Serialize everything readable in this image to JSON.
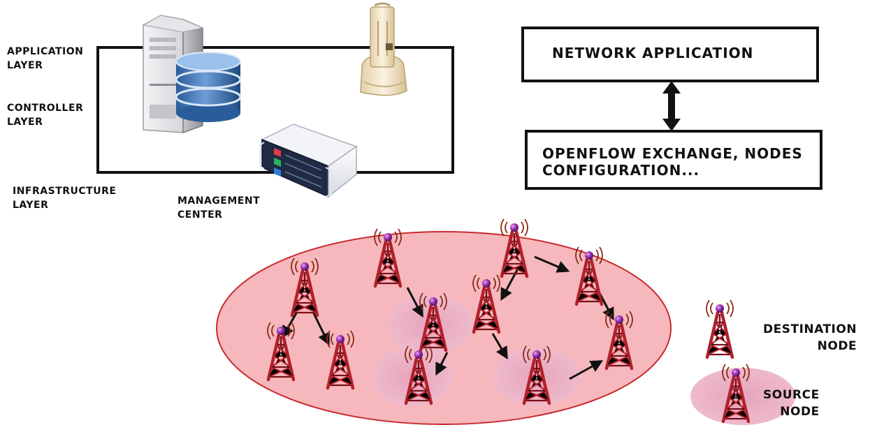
{
  "layers": {
    "application": "APPLICATION\nLAYER",
    "controller": "CONTROLLER\nLAYER",
    "infrastructure": "INFRASTRUCTURE\nLAYER",
    "management_center": "MANAGEMENT\nCENTER"
  },
  "boxes": {
    "network_application": "NETWORK APPLICATION",
    "openflow": "OPENFLOW EXCHANGE, NODES\nCONFIGURATION..."
  },
  "legend": {
    "destination": "DESTINATION\nNODE",
    "source": "SOURCE\nNODE"
  },
  "colors": {
    "network_fill": "#f6b8bc",
    "network_stroke": "#c82a2f",
    "source_zone": "#e8a8be",
    "tower": "#b3202a",
    "antenna_ball": "#9b2fb0",
    "signal_wave": "#8a2a18",
    "frame": "#111111"
  },
  "icons": [
    "server-tower-icon",
    "database-icon",
    "rack-server-icon",
    "access-point-icon",
    "radio-tower-icon"
  ]
}
